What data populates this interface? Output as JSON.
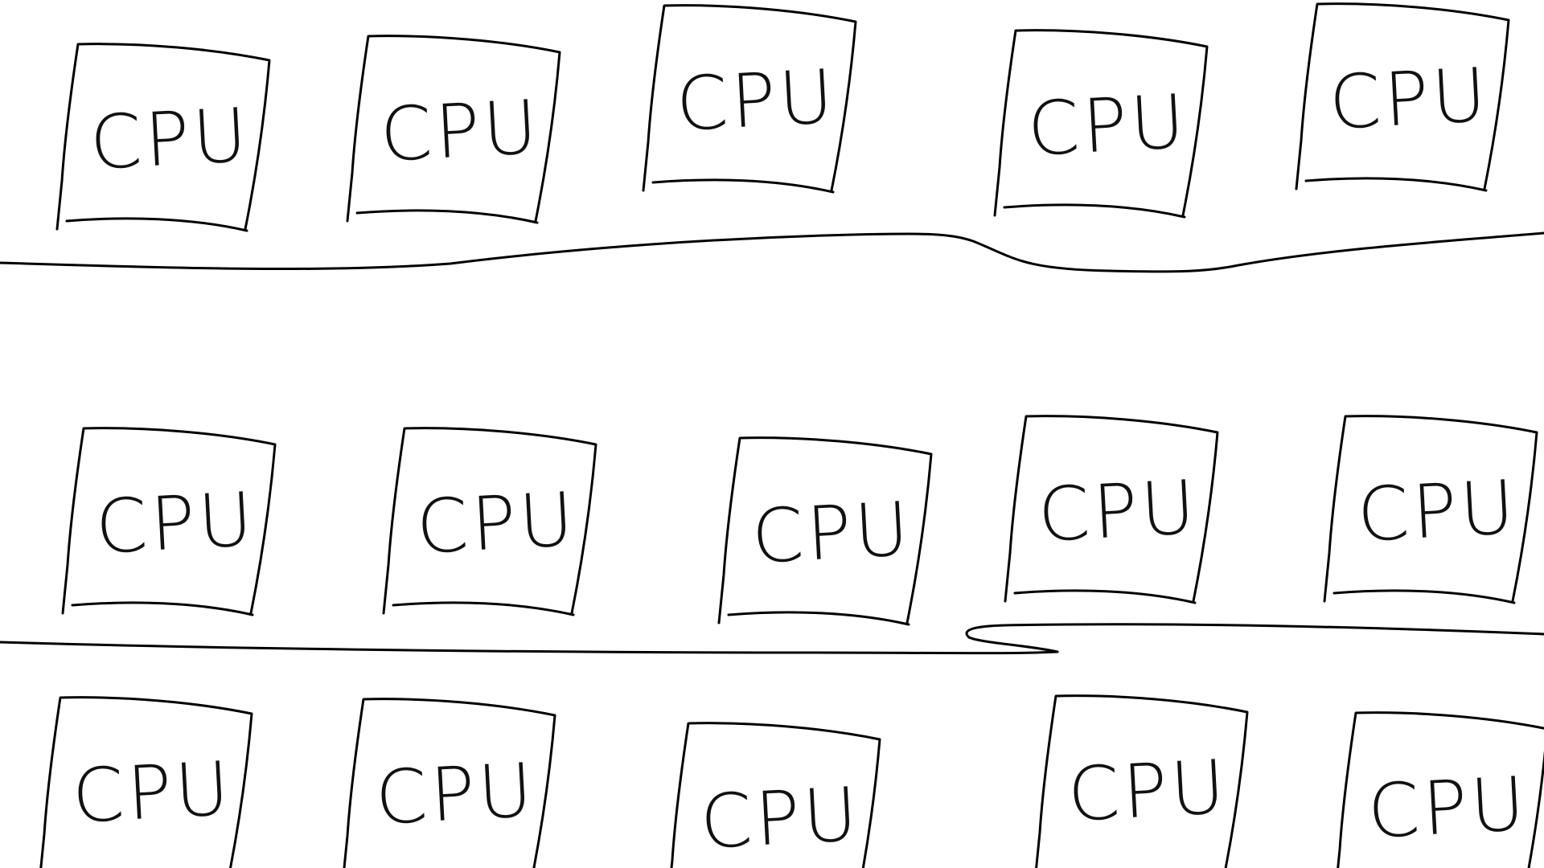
{
  "sketch": {
    "unit_label": "CPU",
    "stroke_color": "#000000",
    "background_color": "#ffffff",
    "rows": [
      {
        "name": "top-row",
        "count": 5
      },
      {
        "name": "middle-row",
        "count": 5
      },
      {
        "name": "bottom-row",
        "count": 5
      }
    ]
  }
}
